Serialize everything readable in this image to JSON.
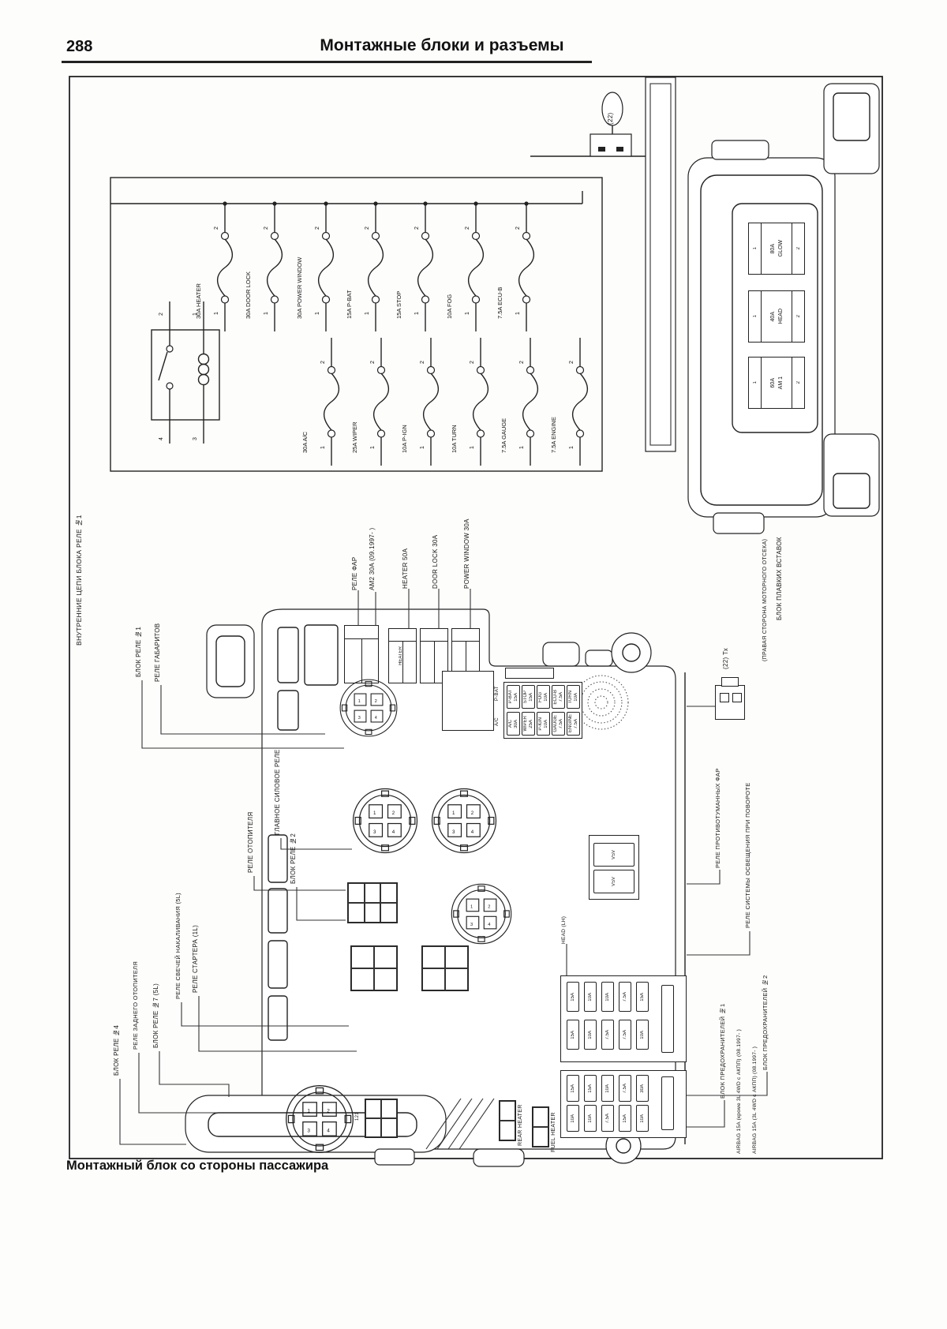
{
  "page": {
    "number": "288",
    "title": "Монтажные блоки и разъемы",
    "caption": "Монтажный блок со стороны пассажира"
  },
  "pins": {
    "p1": "1",
    "p2": "2",
    "p3": "3",
    "p4": "4"
  },
  "schematic": {
    "side_label": "ВНУТРЕННИЕ ЦЕПИ БЛОКА РЕЛЕ №1",
    "connector_tag": "(22)",
    "fuses_row1": [
      "30A HEATER",
      "30A DOOR LOCK",
      "30A POWER WINDOW",
      "15A P-BAT",
      "15A STOP",
      "10A FOG",
      "7.5A ECU-B"
    ],
    "fuses_row2": [
      "30A A/C",
      "25A WIPER",
      "10A P-IGN",
      "10A TURN",
      "7.5A GAUGE",
      "7.5A ENGINE"
    ]
  },
  "fusible_block": {
    "label_line1": "БЛОК ПЛАВКИХ ВСТАВОК",
    "label_line2": "(ПРАВАЯ СТОРОНА МОТОРНОГО ОТСЕКА)",
    "cells": [
      {
        "amp": "80A",
        "name": "GLOW"
      },
      {
        "amp": "40A",
        "name": "HEAD"
      },
      {
        "amp": "60A",
        "name": "AM 1"
      }
    ]
  },
  "main": {
    "top_labels": [
      "РЕЛЕ ФАР",
      "AM2 30A (09.1997- )",
      "HEATER 50A",
      "DOOR LOCK 30A",
      "POWER WINDOW 30A"
    ],
    "left_labels": [
      "БЛОК РЕЛЕ №1",
      "РЕЛЕ ГАБАРИТОВ",
      "ГЛАВНОЕ СИЛОВОЕ РЕЛЕ",
      "РЕЛЕ ОТОПИТЕЛЯ",
      "БЛОК РЕЛЕ №2",
      "РЕЛЕ СВЕЧЕЙ НАКАЛИВАНИЯ (5L)",
      "РЕЛЕ СТАРТЕРА (1L)",
      "РЕЛЕ ЗАДНЕГО ОТОПИТЕЛЯ",
      "БЛОК РЕЛЕ №7 (5L)",
      "БЛОК РЕЛЕ №4"
    ],
    "right_labels": [
      "(22) Тх",
      "РЕЛЕ ПРОТИВОТУМАННЫХ ФАР",
      "РЕЛЕ СИСТЕМЫ ОСВЕЩЕНИЯ ПРИ ПОВОРОТЕ",
      "БЛОК ПРЕДОХРАНИТЕЛЕЙ №2",
      "БЛОК ПРЕДОХРАНИТЕЛЕЙ №1",
      "AIRBAG 15A (кроме 3L 4WD с АКПП) (08.1997- )",
      "AIRBAG 15A (3L 4WD с АКПП) (08.1997- )"
    ],
    "bottom_labels": [
      "REAR HEATER",
      "FUEL HEATER"
    ],
    "inner_labels": {
      "p_bat": "P-BAT",
      "ac": "A/C",
      "head_lh": "HEAD (LH)",
      "heater": "HEATER",
      "conn_121": "121",
      "vsv_top": "VSV",
      "vsv_bottom": "VSV"
    },
    "strip_row1": [
      {
        "n": "P-BAT",
        "a": "15A"
      },
      {
        "n": "STOP",
        "a": "15A"
      },
      {
        "n": "FOG",
        "a": "10A"
      },
      {
        "n": "ECU-B",
        "a": "7.5A"
      },
      {
        "n": "TURN",
        "a": "10A"
      }
    ],
    "strip_row2": [
      {
        "n": "A/C",
        "a": "30A"
      },
      {
        "n": "WIPER",
        "a": "25A"
      },
      {
        "n": "P-IGN",
        "a": "10A"
      },
      {
        "n": "GAUGE",
        "a": "7.5A"
      },
      {
        "n": "ENGINE",
        "a": "7.5A"
      }
    ],
    "grid1": [
      "15A",
      "10A",
      "10A",
      "7.5A",
      "15A",
      "15A",
      "10A",
      "7.5A",
      "7.5A",
      "10A"
    ],
    "grid2": [
      "15A",
      "15A",
      "10A",
      "7.5A",
      "30A",
      "10A",
      "10A",
      "7.5A",
      "15A",
      "10A"
    ]
  }
}
